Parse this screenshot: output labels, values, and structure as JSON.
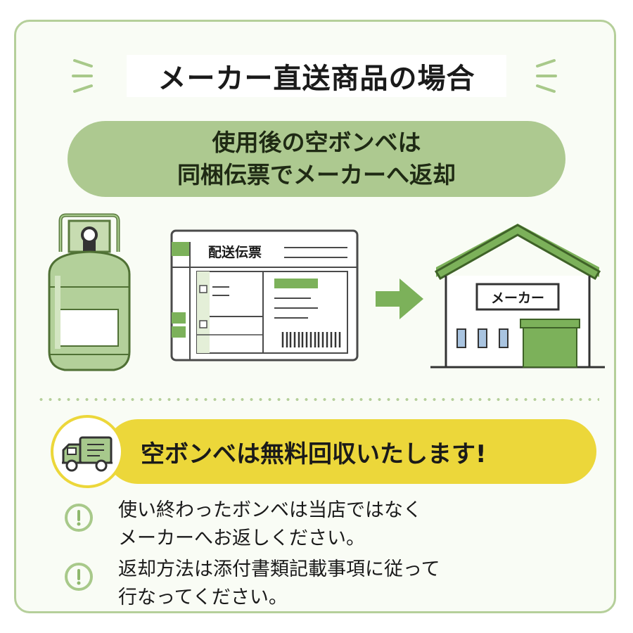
{
  "title": "メーカー直送商品の場合",
  "subtitle": {
    "line1": "使用後の空ボンベは",
    "line2": "同梱伝票でメーカーへ返却"
  },
  "slip": {
    "label": "配送伝票"
  },
  "factory": {
    "sign": "メーカー"
  },
  "banner": {
    "text": "空ボンベは無料回収いたします!"
  },
  "notes": [
    {
      "line1": "使い終わったボンベは当店ではなく",
      "line2": "メーカーへお返しください。"
    },
    {
      "line1": "返却方法は添付書類記載事項に従って",
      "line2": "行なってください。"
    }
  ],
  "colors": {
    "green": "#7cb15a",
    "light_green": "#adc990",
    "yellow": "#ecd73a",
    "border": "#b5cf9a"
  },
  "icons": [
    "gas-cylinder-icon",
    "shipping-slip-icon",
    "arrow-right-icon",
    "factory-icon",
    "truck-icon",
    "exclamation-icon"
  ]
}
